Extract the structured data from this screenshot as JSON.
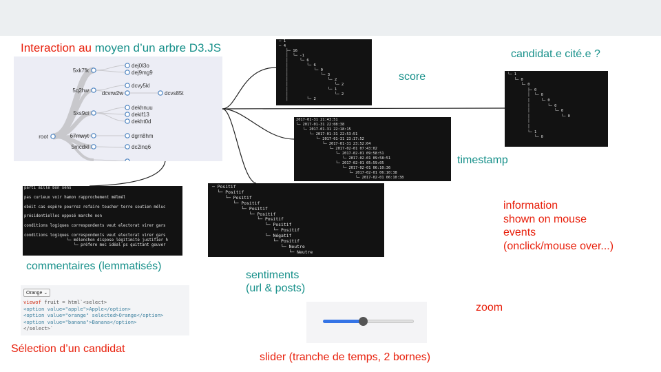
{
  "title": {
    "prefix": "Interaction au ",
    "teal": "moyen d’un arbre D3.JS"
  },
  "tree": {
    "root": "root",
    "level1": [
      "5xk7fk",
      "5q2hw",
      "5xs9ci",
      "67mwyt",
      "5mcdxl"
    ],
    "level2": [
      "dej0l3o",
      "dej9mg9",
      "dcvy5kl",
      "dcvrw2w",
      "dekhnuu",
      "dekif13",
      "dekht0d",
      "dgrn8hm",
      "dc2inq6"
    ],
    "level3": [
      "dcvs85t"
    ]
  },
  "labels": {
    "score": "score",
    "candidat": "candidat.e cité.e ?",
    "timestamp": "timestamp",
    "commentaires": "commentaires (lemmatisés)",
    "sentiments_l1": "sentiments",
    "sentiments_l2": "(url & posts)",
    "info_l1": "information",
    "info_l2": "shown on mouse",
    "info_l3": "events",
    "info_l4": "(onclick/mouse over...)",
    "zoom": "zoom",
    "selection": "Sélection d’un candidat",
    "slider": "slider (tranche de temps, 2 bornes)"
  },
  "score_tree": "─ 1\n─ 4\n   ├─ 16\n   │  └─ -1\n   │     └─ 6\n   │        └─ 6\n   │           └─ 0\n   │              └─ 3\n   │                 └─ 2\n   │                    └─ 2\n   │                 └─ 1\n   │                    └─ 2\n   │        └─ 2",
  "candidat_tree": "└─ 1\n   └─ 0\n      └─ 0\n         ├─ 0\n         │  └─ 0\n         │     └─ 0\n         │        └─ 0\n         │           └─ 0\n         │              └─ 0\n         │\n         │\n         └─ 1\n            └─ 0",
  "timestamp_tree": "2017-01-31 21:43:51\n└─ 2017-01-31 22:08:38\n   └─ 2017-01-31 22:18:15\n      └─ 2017-01-31 22:53:51\n         └─ 2017-01-31 23:17:52\n            └─ 2017-01-31 23:52:04\n               └─ 2017-02-01 07:43:02\n                  └─ 2017-02-01 09:58:51\n                     └─ 2017-02-01 09:58:51\n                  └─ 2017-02-01 05:59:05\n                     └─ 2017-02-01 06:10:36\n                        └─ 2017-02-01 06:10:38\n                           └─ 2017-02-01 06:10:38",
  "comments_text": "parti aille bon sens\n\npas curieux voir hamon rapprochement mélmél\n\nobéit cas espère pourrez refaire toucher terre soutien méluc\n\nprésidentielles opposé marche non\n\nconditions logiques correspondents veut electorat virer gars\n\nconditions logiques correspondents veut electorat virer gars\n                  └─ mélenchon dispose légitimité justifier h\n                     └─ préfere mec idéal ps quittant gouver",
  "sentiments_tree": "─ Positif\n  └─ Positif\n     └─ Positif\n        └─ Positif\n           └─ Positif\n              └─ Positif\n                 └─ Positif\n                    └─ Positif\n                       └─ Positif\n                    └─ Négatif\n                       └─ Positif\n                          └─ Neutre\n                             └─ Neutre",
  "code": {
    "select_value": "Orange",
    "line1_kw": "viewof",
    "line1_rest": " fruit = html`<select>",
    "line2": "  <option value=\"apple\">Apple</option>",
    "line3": "  <option value=\"orange\" selected>Orange</option>",
    "line4": "  <option value=\"banana\">Banana</option>",
    "line5": "</select>`"
  },
  "slider": {
    "value_fraction": 0.44
  },
  "colors": {
    "accent_red": "#e8200c",
    "teal": "#17908a",
    "slider_fill": "#3574e6"
  }
}
